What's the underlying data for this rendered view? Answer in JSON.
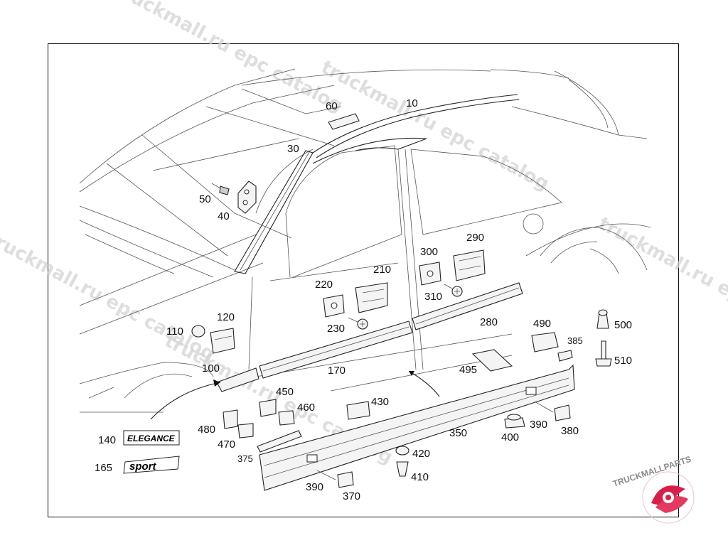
{
  "watermark": {
    "text_1": "truckmall.ru epc catalog",
    "text_2": "truckmall.ru epc catalog",
    "text_3": "truckmall.ru epc catalog",
    "text_4": "truckmall.ru epc catalog",
    "text_5": "truckmall.ru epc catalog"
  },
  "logo": {
    "text": "TRUCKMALLPARTS",
    "colors": {
      "primary": "#d81f4a",
      "secondary": "#8a8a8a"
    }
  },
  "badges": {
    "elegance": "ELEGANCE",
    "sport": "sport"
  },
  "callouts": {
    "c10": "10",
    "c30": "30",
    "c40": "40",
    "c50": "50",
    "c60": "60",
    "c100": "100",
    "c110": "110",
    "c120": "120",
    "c140": "140",
    "c165": "165",
    "c170": "170",
    "c210": "210",
    "c220": "220",
    "c230": "230",
    "c280": "280",
    "c290": "290",
    "c300": "300",
    "c310": "310",
    "c350": "350",
    "c370": "370",
    "c375": "375",
    "c380": "380",
    "c385": "385",
    "c390a": "390",
    "c390b": "390",
    "c400": "400",
    "c410": "410",
    "c420": "420",
    "c430": "430",
    "c450": "450",
    "c460": "460",
    "c470": "470",
    "c480": "480",
    "c490": "490",
    "c495": "495",
    "c500": "500",
    "c510": "510"
  }
}
